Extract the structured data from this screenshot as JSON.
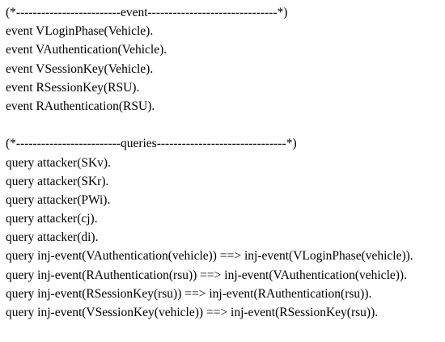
{
  "lines": [
    "(*-------------------------event-------------------------------*)",
    "event VLoginPhase(Vehicle).",
    "event VAuthentication(Vehicle).",
    "event VSessionKey(Vehicle).",
    "event RSessionKey(RSU).",
    "event RAuthentication(RSU).",
    "",
    "(*-------------------------queries-------------------------------*)",
    "query attacker(SKv).",
    "query attacker(SKr).",
    "query attacker(PWi).",
    "query attacker(cj).",
    "query attacker(di).",
    "query inj-event(VAuthentication(vehicle)) ==> inj-event(VLoginPhase(vehicle)).",
    "query inj-event(RAuthentication(rsu)) ==> inj-event(VAuthentication(vehicle)).",
    "query inj-event(RSessionKey(rsu)) ==> inj-event(RAuthentication(rsu)).",
    "query inj-event(VSessionKey(vehicle)) ==> inj-event(RSessionKey(rsu))."
  ]
}
